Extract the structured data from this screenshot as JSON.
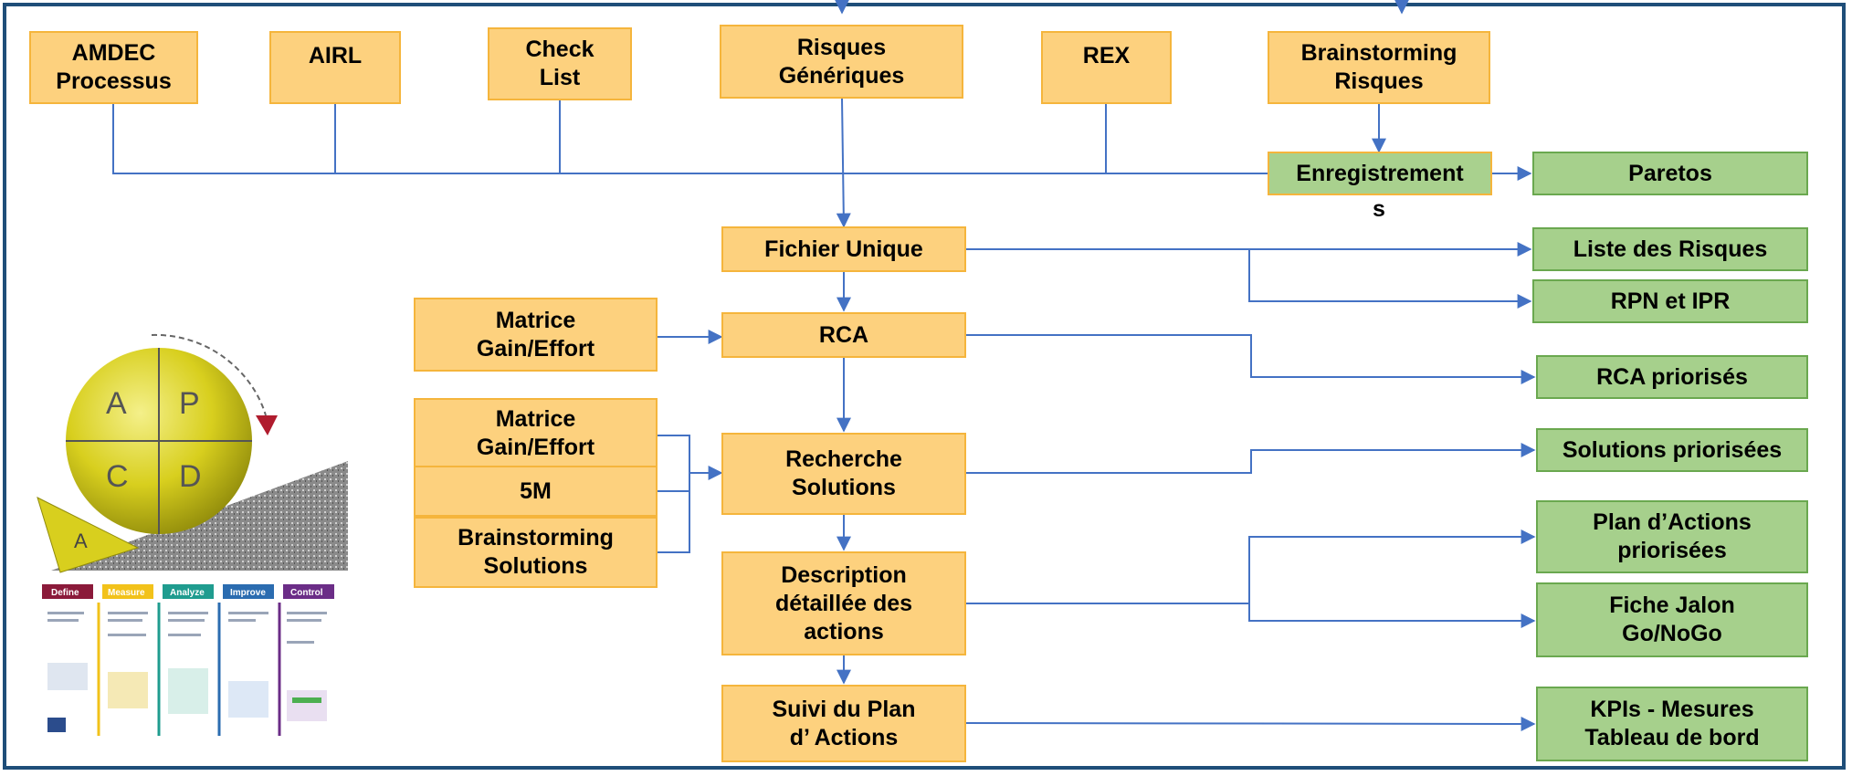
{
  "sources": {
    "amdec": "AMDEC\nProcessus",
    "airl": "AIRL",
    "checklist": "Check\nList",
    "risques_generiques": "Risques\nGénériques",
    "rex": "REX",
    "brainstorming_risques": "Brainstorming\nRisques"
  },
  "flow": {
    "enregistrements": "Enregistrement",
    "enregistrements_overflow": "s",
    "fichier_unique": "Fichier Unique",
    "matrice_1": "Matrice\nGain/Effort",
    "rca": "RCA",
    "matrice_2": "Matrice\nGain/Effort",
    "five_m": "5M",
    "brainstorming_solutions": "Brainstorming\nSolutions",
    "recherche_solutions": "Recherche\nSolutions",
    "description_actions": "Description\ndétaillée des\nactions",
    "suivi_plan": "Suivi du Plan\nd’ Actions"
  },
  "outputs": {
    "paretos": "Paretos",
    "liste_risques": "Liste des Risques",
    "rpn_ipr": "RPN et IPR",
    "rca_priorises": "RCA priorisés",
    "solutions_priorisees": "Solutions priorisées",
    "plan_actions": "Plan d’Actions\npriorisées",
    "fiche_jalon": "Fiche Jalon\nGo/NoGo",
    "kpis": "KPIs - Mesures\nTableau de bord"
  },
  "pdca": {
    "quadrants": [
      "A",
      "P",
      "C",
      "D"
    ],
    "wedge": "A"
  },
  "phase_strip": [
    "Define",
    "Measure",
    "Analyze",
    "Improve",
    "Control"
  ],
  "colors": {
    "box_fill": "#fdd17e",
    "box_border": "#f5b53c",
    "output_fill": "#a6d08c",
    "output_border": "#6aa84f",
    "connector": "#4472c4",
    "frame": "#1f4e79"
  }
}
